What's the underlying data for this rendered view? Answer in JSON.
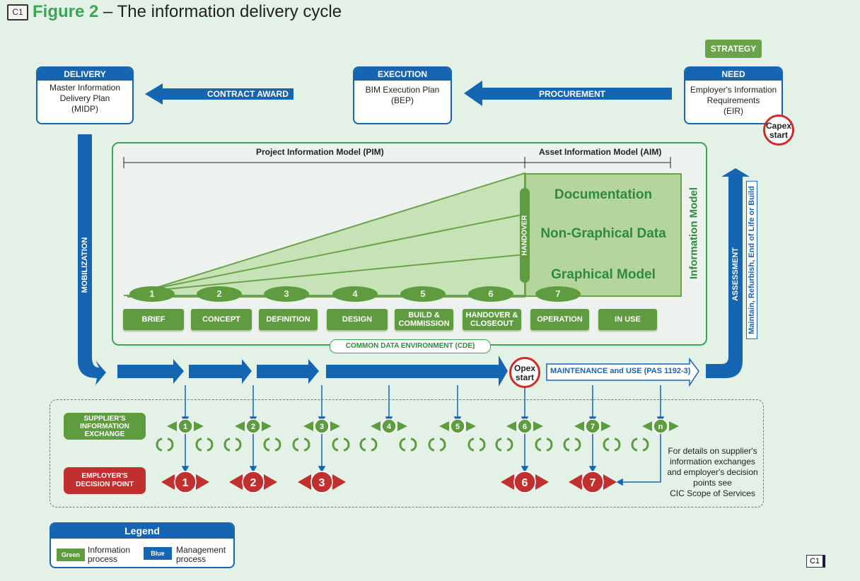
{
  "title": {
    "icon_label": "C1",
    "figure": "Figure 2",
    "text": "– The information delivery cycle"
  },
  "colors": {
    "green": "#5f9c3f",
    "blue": "#1565b3",
    "red": "#c0302e",
    "background": "#e3f1e6"
  },
  "strategy": "STRATEGY",
  "stages_top": [
    {
      "header": "DELIVERY",
      "body": [
        "Master Information",
        "Delivery Plan",
        "(MIDP)"
      ]
    },
    {
      "header": "EXECUTION",
      "body": [
        "BIM Execution Plan",
        "(BEP)"
      ]
    },
    {
      "header": "NEED",
      "body": [
        "Employer's Information",
        "Requirements",
        "(EIR)"
      ]
    }
  ],
  "arrows": {
    "contract_award": "CONTRACT AWARD",
    "procurement": "PROCUREMENT",
    "mobilization": "MOBILIZATION",
    "assessment": "ASSESSMENT",
    "maintenance": "MAINTENANCE and USE (PAS 1192-3)",
    "assessment_note": "Maintain, Refurbish, End of Life or Build"
  },
  "capex": [
    "Capex",
    "start"
  ],
  "opex": [
    "Opex",
    "start"
  ],
  "model": {
    "pim": "Project Information Model (PIM)",
    "aim": "Asset Information Model (AIM)",
    "handover": "HANDOVER",
    "side_label": "Information Model",
    "layers": [
      "Documentation",
      "Non-Graphical Data",
      "Graphical Model"
    ],
    "cde": "COMMON DATA ENVIRONMENT (CDE)"
  },
  "stage_numbers": [
    "1",
    "2",
    "3",
    "4",
    "5",
    "6",
    "7"
  ],
  "stages": [
    [
      "BRIEF"
    ],
    [
      "CONCEPT"
    ],
    [
      "DEFINITION"
    ],
    [
      "DESIGN"
    ],
    [
      "BUILD &",
      "COMMISSION"
    ],
    [
      "HANDOVER &",
      "CLOSEOUT"
    ],
    [
      "OPERATION"
    ],
    [
      "IN USE"
    ]
  ],
  "exchange": {
    "supplier_label": [
      "SUPPLIER'S",
      "INFORMATION",
      "EXCHANGE"
    ],
    "employer_label": [
      "EMPLOYER'S",
      "DECISION POINT"
    ],
    "supplier_points": [
      "1",
      "2",
      "3",
      "4",
      "5",
      "6",
      "7",
      "n"
    ],
    "employer_points": [
      "1",
      "2",
      "3",
      "6",
      "7"
    ],
    "note": [
      "For details on supplier's",
      "information exchanges",
      "and employer's decision",
      "points see",
      "CIC Scope of Services"
    ]
  },
  "legend": {
    "title": "Legend",
    "items": [
      {
        "chip": "Green",
        "label": [
          "Information",
          "process"
        ]
      },
      {
        "chip": "Blue",
        "label": [
          "Management",
          "process"
        ]
      }
    ]
  },
  "footer_tag": "C1"
}
